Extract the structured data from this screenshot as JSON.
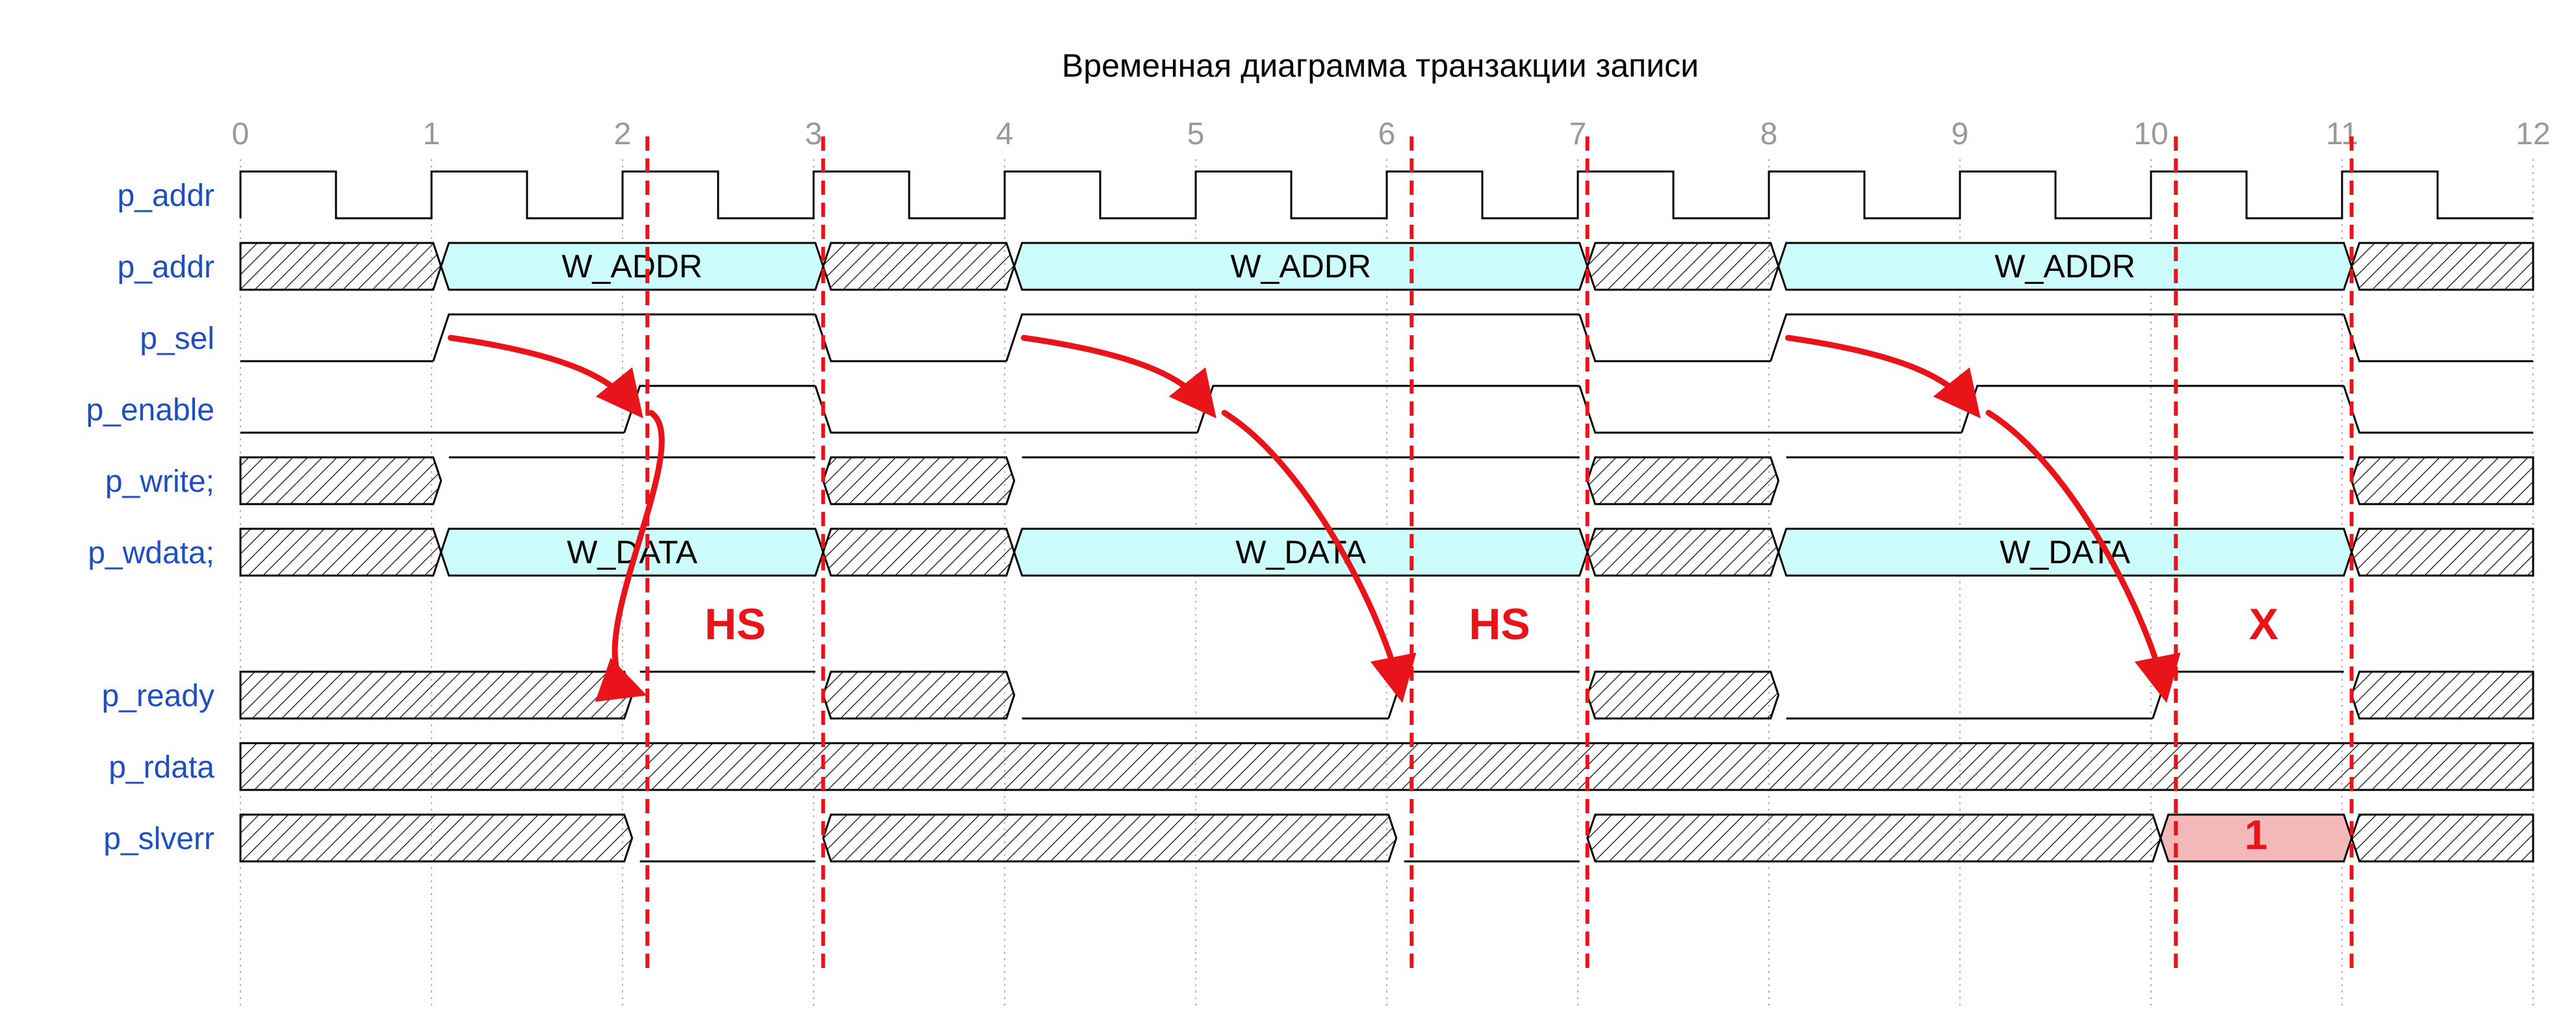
{
  "title": "Временная диаграмма транзакции записи",
  "time_ticks": [
    "0",
    "1",
    "2",
    "3",
    "4",
    "5",
    "6",
    "7",
    "8",
    "9",
    "10",
    "11",
    "12"
  ],
  "colors": {
    "signal_label": "#1f4fbf",
    "tick_label": "#999999",
    "bus_fill": "#ccfcfc",
    "error_fill": "#f4b8b8",
    "marker": "#e8141a",
    "line": "#000000"
  },
  "signals": [
    {
      "label": "p_addr",
      "kind": "clock"
    },
    {
      "label": "p_addr",
      "kind": "bus",
      "segments": [
        {
          "from": 0,
          "to": 1.05,
          "state": "x"
        },
        {
          "from": 1.05,
          "to": 3.05,
          "state": "v",
          "text": "W_ADDR"
        },
        {
          "from": 3.05,
          "to": 4.05,
          "state": "x"
        },
        {
          "from": 4.05,
          "to": 7.05,
          "state": "v",
          "text": "W_ADDR"
        },
        {
          "from": 7.05,
          "to": 8.05,
          "state": "x"
        },
        {
          "from": 8.05,
          "to": 11.05,
          "state": "v",
          "text": "W_ADDR"
        },
        {
          "from": 11.05,
          "to": 12,
          "state": "x"
        }
      ]
    },
    {
      "label": "p_sel",
      "kind": "bus",
      "segments": [
        {
          "from": 0,
          "to": 1.05,
          "state": "0"
        },
        {
          "from": 1.05,
          "to": 3.05,
          "state": "1"
        },
        {
          "from": 3.05,
          "to": 4.05,
          "state": "0"
        },
        {
          "from": 4.05,
          "to": 7.05,
          "state": "1"
        },
        {
          "from": 7.05,
          "to": 8.05,
          "state": "0"
        },
        {
          "from": 8.05,
          "to": 11.05,
          "state": "1"
        },
        {
          "from": 11.05,
          "to": 12,
          "state": "0"
        }
      ]
    },
    {
      "label": "p_enable",
      "kind": "bus",
      "segments": [
        {
          "from": 0,
          "to": 2.05,
          "state": "0"
        },
        {
          "from": 2.05,
          "to": 3.05,
          "state": "1"
        },
        {
          "from": 3.05,
          "to": 5.05,
          "state": "0"
        },
        {
          "from": 5.05,
          "to": 7.05,
          "state": "1"
        },
        {
          "from": 7.05,
          "to": 9.05,
          "state": "0"
        },
        {
          "from": 9.05,
          "to": 11.05,
          "state": "1"
        },
        {
          "from": 11.05,
          "to": 12,
          "state": "0"
        }
      ]
    },
    {
      "label": "p_write;",
      "kind": "bus",
      "segments": [
        {
          "from": 0,
          "to": 1.05,
          "state": "x"
        },
        {
          "from": 1.05,
          "to": 3.05,
          "state": "1"
        },
        {
          "from": 3.05,
          "to": 4.05,
          "state": "x"
        },
        {
          "from": 4.05,
          "to": 7.05,
          "state": "1"
        },
        {
          "from": 7.05,
          "to": 8.05,
          "state": "x"
        },
        {
          "from": 8.05,
          "to": 11.05,
          "state": "1"
        },
        {
          "from": 11.05,
          "to": 12,
          "state": "x"
        }
      ]
    },
    {
      "label": "p_wdata;",
      "kind": "bus",
      "segments": [
        {
          "from": 0,
          "to": 1.05,
          "state": "x"
        },
        {
          "from": 1.05,
          "to": 3.05,
          "state": "v",
          "text": "W_DATA"
        },
        {
          "from": 3.05,
          "to": 4.05,
          "state": "x"
        },
        {
          "from": 4.05,
          "to": 7.05,
          "state": "v",
          "text": "W_DATA"
        },
        {
          "from": 7.05,
          "to": 8.05,
          "state": "x"
        },
        {
          "from": 8.05,
          "to": 11.05,
          "state": "v",
          "text": "W_DATA"
        },
        {
          "from": 11.05,
          "to": 12,
          "state": "x"
        }
      ]
    },
    {
      "label": "",
      "kind": "gap"
    },
    {
      "label": "p_ready",
      "kind": "bus",
      "segments": [
        {
          "from": 0,
          "to": 2.05,
          "state": "x"
        },
        {
          "from": 2.05,
          "to": 3.05,
          "state": "1"
        },
        {
          "from": 3.05,
          "to": 4.05,
          "state": "x"
        },
        {
          "from": 4.05,
          "to": 6.05,
          "state": "0"
        },
        {
          "from": 6.05,
          "to": 7.05,
          "state": "1"
        },
        {
          "from": 7.05,
          "to": 8.05,
          "state": "x"
        },
        {
          "from": 8.05,
          "to": 10.05,
          "state": "0"
        },
        {
          "from": 10.05,
          "to": 11.05,
          "state": "1"
        },
        {
          "from": 11.05,
          "to": 12,
          "state": "x"
        }
      ]
    },
    {
      "label": "p_rdata",
      "kind": "bus",
      "segments": [
        {
          "from": 0,
          "to": 12,
          "state": "x"
        }
      ]
    },
    {
      "label": "p_slverr",
      "kind": "bus",
      "segments": [
        {
          "from": 0,
          "to": 2.05,
          "state": "x"
        },
        {
          "from": 2.05,
          "to": 3.05,
          "state": "0"
        },
        {
          "from": 3.05,
          "to": 6.05,
          "state": "x"
        },
        {
          "from": 6.05,
          "to": 7.05,
          "state": "0"
        },
        {
          "from": 7.05,
          "to": 10.05,
          "state": "x"
        },
        {
          "from": 10.05,
          "to": 11.05,
          "state": "err",
          "text": "1"
        },
        {
          "from": 11.05,
          "to": 12,
          "state": "x"
        }
      ]
    }
  ],
  "markers": [
    2.13,
    3.05,
    6.13,
    7.05,
    10.13,
    11.05
  ],
  "phase_labels": [
    {
      "text": "HS",
      "t": 2.59,
      "row": 6
    },
    {
      "text": "HS",
      "t": 6.59,
      "row": 6
    },
    {
      "text": "X",
      "t": 10.59,
      "row": 6
    }
  ],
  "arrows": [
    {
      "from": {
        "t": 1.1,
        "row": 2
      },
      "to": {
        "t": 2.07,
        "row": 3
      },
      "c1": [
        1.75,
        2.25
      ],
      "c2": [
        1.95,
        2.6
      ]
    },
    {
      "from": {
        "t": 2.15,
        "row": 3.05
      },
      "to": {
        "t": 2.07,
        "row": 6.95
      },
      "c1": [
        2.4,
        3.5
      ],
      "c2": [
        1.7,
        6.6
      ]
    },
    {
      "from": {
        "t": 4.1,
        "row": 2
      },
      "to": {
        "t": 5.07,
        "row": 3
      },
      "c1": [
        4.75,
        2.25
      ],
      "c2": [
        4.95,
        2.6
      ]
    },
    {
      "from": {
        "t": 5.15,
        "row": 3.05
      },
      "to": {
        "t": 6.07,
        "row": 6.95
      },
      "c1": [
        5.6,
        3.8
      ],
      "c2": [
        6.0,
        6.0
      ]
    },
    {
      "from": {
        "t": 8.1,
        "row": 2
      },
      "to": {
        "t": 9.07,
        "row": 3
      },
      "c1": [
        8.75,
        2.25
      ],
      "c2": [
        8.95,
        2.6
      ]
    },
    {
      "from": {
        "t": 9.15,
        "row": 3.05
      },
      "to": {
        "t": 10.07,
        "row": 6.95
      },
      "c1": [
        9.6,
        3.8
      ],
      "c2": [
        10.0,
        6.0
      ]
    }
  ]
}
